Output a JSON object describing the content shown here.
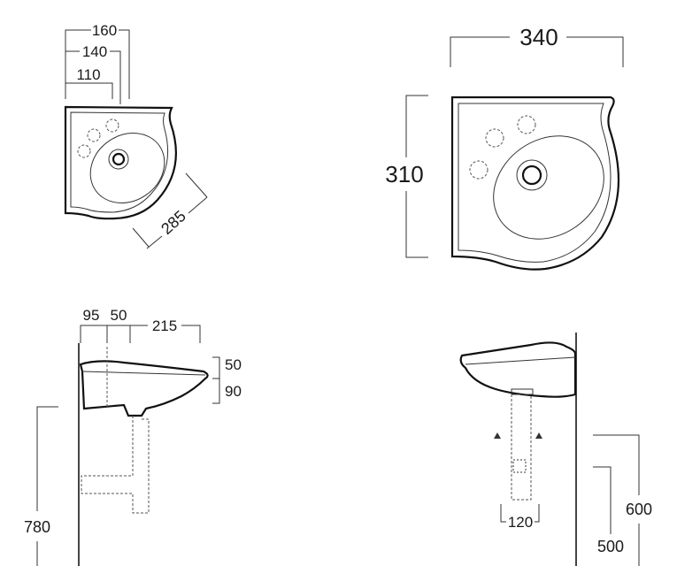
{
  "top_small_view": {
    "dim_160": "160",
    "dim_140": "140",
    "dim_110": "110",
    "dim_285": "285"
  },
  "top_large_view": {
    "dim_340": "340",
    "dim_310": "310"
  },
  "side_view": {
    "dim_95": "95",
    "dim_50_top": "50",
    "dim_215": "215",
    "dim_50_right": "50",
    "dim_90": "90",
    "dim_780": "780"
  },
  "front_view": {
    "dim_120": "120",
    "dim_600": "600",
    "dim_500": "500"
  }
}
